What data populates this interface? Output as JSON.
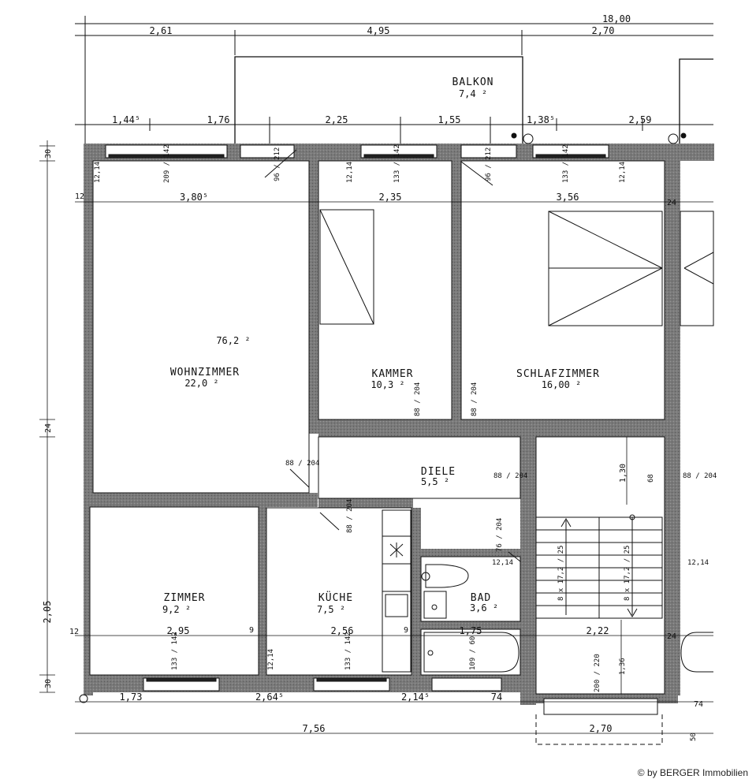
{
  "colors": {
    "wall": "#6e6e6e",
    "line": "#111111",
    "paper": "#ffffff"
  },
  "rooms": {
    "balkon": {
      "name": "BALKON",
      "area": "7,4 ²"
    },
    "wohnzimmer": {
      "name": "WOHNZIMMER",
      "area": "22,0 ²",
      "extra": "76,2 ²"
    },
    "kammer": {
      "name": "KAMMER",
      "area": "10,3 ²"
    },
    "schlafzimmer": {
      "name": "SCHLAFZIMMER",
      "area": "16,00 ²"
    },
    "diele": {
      "name": "DIELE",
      "area": "5,5 ²"
    },
    "zimmer": {
      "name": "ZIMMER",
      "area": "9,2 ²"
    },
    "kueche": {
      "name": "KÜCHE",
      "area": "7,5 ²"
    },
    "bad": {
      "name": "BAD",
      "area": "3,6 ²"
    }
  },
  "dims": {
    "top_total": "18,00",
    "top_row1": [
      "2,61",
      "4,95",
      "2,70"
    ],
    "top_row2": [
      "1,44⁵",
      "1,76",
      "2,25",
      "1,55",
      "1,38⁵",
      "2,59"
    ],
    "inner_top": [
      "3,80⁵",
      "2,35",
      "3,56"
    ],
    "inner_bottom": [
      "2,95",
      "2,56",
      "1,75",
      "2,22"
    ],
    "bottom_row": [
      "1,73",
      "2,64⁵",
      "2,14⁵",
      "74"
    ],
    "bottom_total": "7,56",
    "bottom_stair": "2,70",
    "left": [
      "30",
      "24",
      "2,05",
      "30"
    ],
    "small_wall": [
      "12",
      "12",
      "9",
      "9",
      "24",
      "24",
      "74"
    ]
  },
  "annotations": {
    "win_wohn": "209 / 142",
    "win_kammer": "133 / 142",
    "win_schlaf": "133 / 142",
    "door_wohn": "96 / 212",
    "door_schlaf": "96 / 212",
    "win_12_14": "12,14",
    "door_88_204": "88 / 204",
    "stair_left": "8 x 17,2 / 25",
    "stair_right": "8 x 17,2 / 25",
    "stair_height": "1,30",
    "stair_168": "1,36",
    "stair_door": "200 / 220",
    "win_zimmer": "133 / 142",
    "win_kueche": "133 / 142",
    "win_bad": "109 / 60",
    "kitchen_door": "88 / 204",
    "bad_door": "76 / 204",
    "misc_68": "68",
    "misc_50": "50"
  },
  "copyright": "© by BERGER Immobilien"
}
